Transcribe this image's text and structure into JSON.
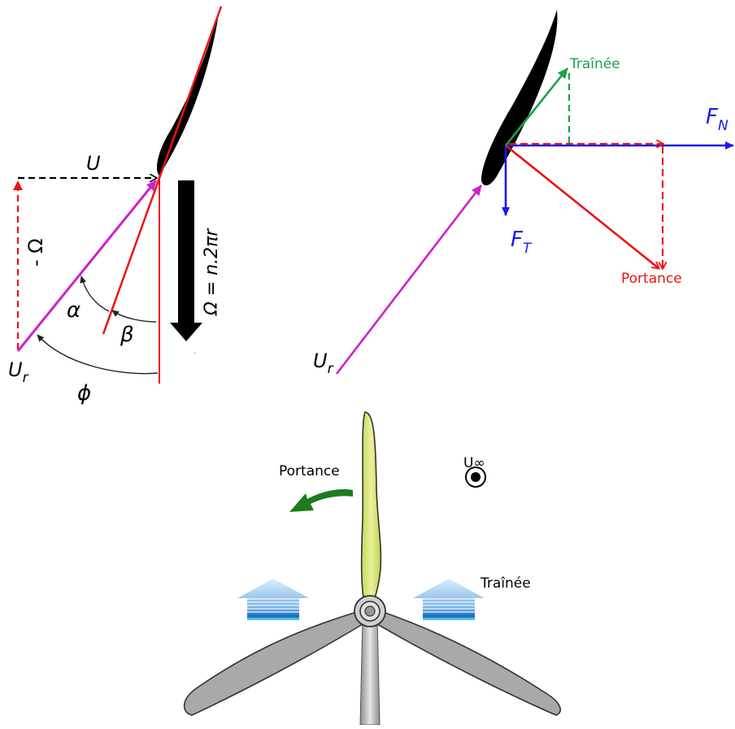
{
  "panel_velocity": {
    "label_U": "U",
    "label_minus_omega": "- Ω",
    "label_omega_eq": "Ω = n.2πr",
    "label_Ur": "U",
    "label_Ur_sub": "r",
    "label_alpha": "α",
    "label_beta": "β",
    "label_phi": "ϕ",
    "colors": {
      "magenta": "#cc22cc",
      "red": "#ee1111",
      "black": "#000000"
    }
  },
  "panel_forces": {
    "label_trainee": "Traînée",
    "label_FN": "F",
    "label_FN_sub": "N",
    "label_FT": "F",
    "label_FT_sub": "T",
    "label_portance": "Portance",
    "label_Ur": "U",
    "label_Ur_sub": "r",
    "colors": {
      "blue": "#1a1aee",
      "green": "#1aa34a",
      "red": "#ee1111",
      "magenta": "#cc22cc"
    }
  },
  "panel_turbine": {
    "label_portance": "Portance",
    "label_trainee": "Traînée",
    "label_U_inf": "U∞",
    "colors": {
      "blade_yellow": "#dde878",
      "blade_grey": "#a9a9a9",
      "rotation_arrow": "#1e7b1e",
      "wind_arrow": "#7ab6e8"
    }
  }
}
